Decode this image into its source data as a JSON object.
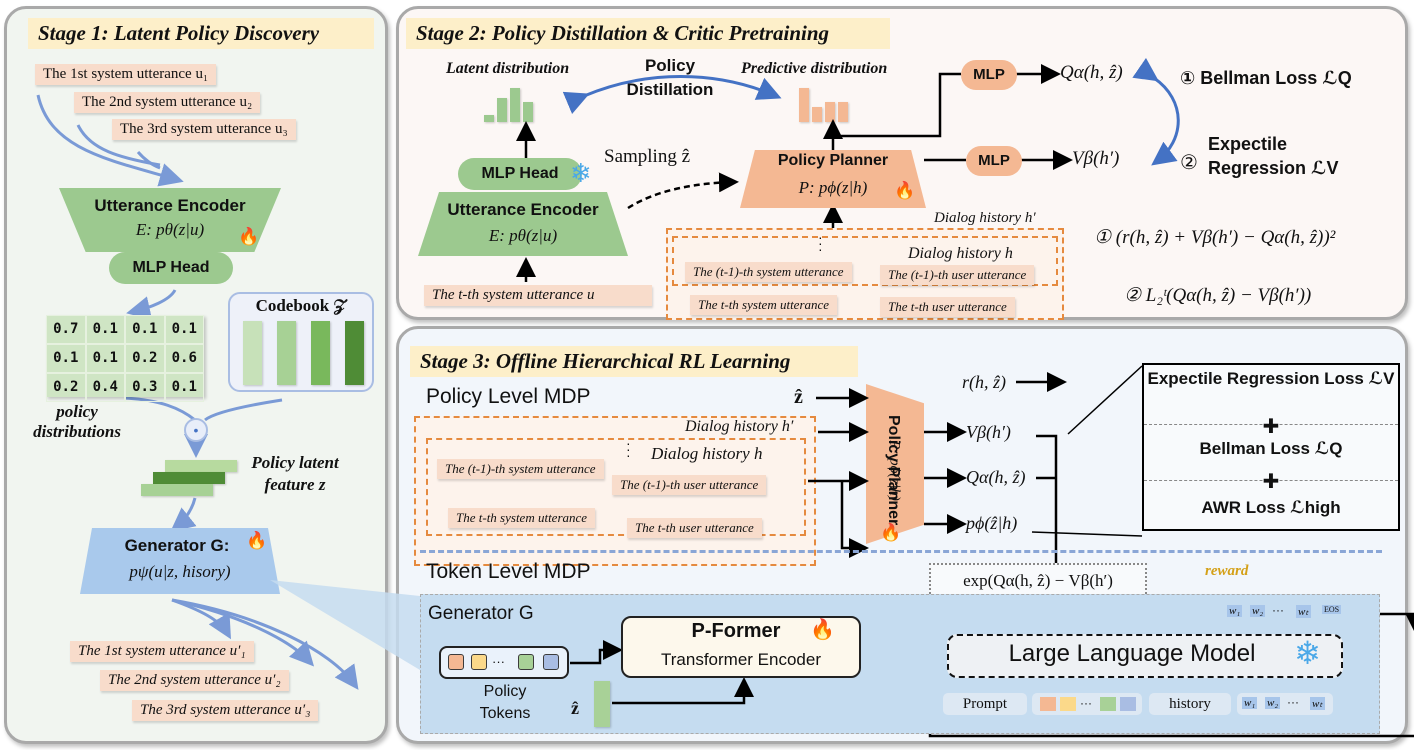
{
  "stage1": {
    "title": "Stage 1: Latent Policy Discovery",
    "input_utterances": [
      "The 1st system utterance u₁",
      "The 2nd system utterance u₂",
      "The 3rd system utterance u₃"
    ],
    "encoder_title": "Utterance Encoder",
    "encoder_formula": "E: pθ(z|u)",
    "mlp_head": "MLP Head",
    "policy_distributions": [
      [
        "0.7",
        "0.1",
        "0.1",
        "0.1"
      ],
      [
        "0.1",
        "0.1",
        "0.2",
        "0.6"
      ],
      [
        "0.2",
        "0.4",
        "0.3",
        "0.1"
      ]
    ],
    "policy_distributions_label": "policy distributions",
    "codebook_label": "Codebook 𝒵",
    "codebook_colors": [
      "#c7e1b9",
      "#a7d195",
      "#79b85c",
      "#4f8c36"
    ],
    "dot_product_symbol": "⊙",
    "latent_feature_label": "Policy latent feature z",
    "generator_title": "Generator G:",
    "generator_formula": "pψ(u|z, hisory)",
    "output_utterances": [
      "The 1st system utterance u′₁",
      "The 2nd system utterance u′₂",
      "The 3rd system utterance u′₃"
    ]
  },
  "stage2": {
    "title": "Stage 2: Policy Distillation & Critic Pretraining",
    "latent_distribution_label": "Latent distribution",
    "predictive_distribution_label": "Predictive distribution",
    "distillation_label_1": "Policy",
    "distillation_label_2": "Distillation",
    "latent_distribution_values": [
      0.2,
      0.7,
      1.0,
      0.6
    ],
    "predictive_distribution_values": [
      1.0,
      0.45,
      0.6,
      0.6
    ],
    "sampling_label": "Sampling ẑ",
    "mlp_head": "MLP Head",
    "encoder_title": "Utterance Encoder",
    "encoder_formula": "E: pθ(z|u)",
    "planner_title": "Policy Planner",
    "planner_formula": "P: pϕ(z|h)",
    "mlp_q": "MLP",
    "mlp_v": "MLP",
    "q_output": "Qα(h, ẑ)",
    "v_output": "Vβ(h′)",
    "loss_1": "① Bellman Loss ℒQ",
    "loss_2_line1": "Expectile",
    "loss_2_line2": "Regression ℒV",
    "loss_2_num": "②",
    "dialog_history_h_prime": "Dialog history h′",
    "dialog_history_h": "Dialog history h",
    "t_system_utterance_u": "The t-th system utterance u",
    "tm1_system": "The (t-1)-th system utterance",
    "tm1_user": "The (t-1)-th user utterance",
    "t_system": "The t-th system utterance",
    "t_user": "The t-th user utterance",
    "eq1": "① (r(h, ẑ) + Vβ(h′) − Qα(h, ẑ))²",
    "eq2": "② L₂ᵗ(Qα(h, ẑ) − Vβ(h′))"
  },
  "stage3": {
    "title": "Stage 3: Offline Hierarchical RL Learning",
    "policy_mdp": "Policy Level MDP",
    "token_mdp": "Token Level MDP",
    "z_hat": "ẑ",
    "dialog_history_h_prime": "Dialog history h′",
    "dialog_history_h": "Dialog history h",
    "tm1_system": "The (t-1)-th system utterance",
    "tm1_user": "The (t-1)-th user utterance",
    "t_system": "The t-th system utterance",
    "t_user": "The t-th user utterance",
    "planner_title": "Policy Planner",
    "planner_formula": "P: pϕ(z|h)",
    "reward_input": "r(h, ẑ)",
    "v_output": "Vβ(h′)",
    "q_output": "Qα(h, ẑ)",
    "p_output": "pϕ(ẑ|h)",
    "losses": [
      "Expectile Regression Loss ℒV",
      "Bellman Loss ℒQ",
      "AWR Loss ℒhigh"
    ],
    "plus_symbol": "✚",
    "advantage_expr": "exp(Qα(h, ẑ) − Vβ(h′)",
    "reward_label": "reward",
    "generator_label": "Generator G",
    "pformer_title": "P-Former",
    "pformer_subtitle": "Transformer Encoder",
    "policy_tokens_label_1": "Policy",
    "policy_tokens_label_2": "Tokens",
    "token_colors": [
      "#f4b893",
      "#fbd98a",
      "#a8d197",
      "#a9bde3"
    ],
    "ellipsis": "···",
    "llm_label": "Large Language Model",
    "prompt_label": "Prompt",
    "history_label": "history",
    "output_tokens": [
      "w₁",
      "w₂",
      "···",
      "wₜ",
      "EOS"
    ],
    "input_tokens": [
      "w₁",
      "w₂",
      "···",
      "wₜ"
    ]
  },
  "icons": {
    "fire": "🔥",
    "snowflake": "❄"
  },
  "colors": {
    "green": "#9cc98f",
    "orange": "#f4b893",
    "blue": "#a9c9ec",
    "arrow_blue": "#4472c4",
    "title_bg": "#fdefc9",
    "reward_gold": "#d4a017"
  }
}
